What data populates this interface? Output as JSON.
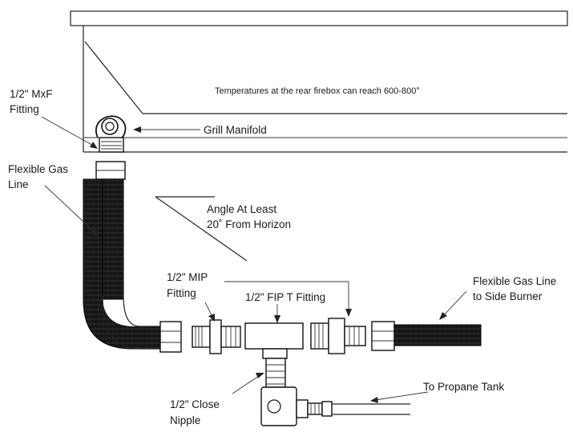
{
  "labels": {
    "temperature_note": "Temperatures at the rear firebox can reach 600-800°",
    "mxf_fitting_line1": "1/2\" MxF",
    "mxf_fitting_line2": "Fitting",
    "grill_manifold": "Grill Manifold",
    "flex_gas_line_line1": "Flexible Gas",
    "flex_gas_line_line2": "Line",
    "angle_line1": "Angle  At Least",
    "angle_line2": "20˚ From Horizon",
    "mip_fitting_line1": "1/2\"  MIP",
    "mip_fitting_line2": "Fitting",
    "fip_t_fitting": "1/2\" FIP T Fitting",
    "side_burner_line1": "Flexible Gas Line",
    "side_burner_line2": "to Side Burner",
    "close_nipple_line1": "1/2\" Close",
    "close_nipple_line2": "Nipple",
    "propane_tank": "To Propane Tank"
  },
  "colors": {
    "line": "#222222",
    "hose": "#151515",
    "text": "#1a1a1a"
  }
}
